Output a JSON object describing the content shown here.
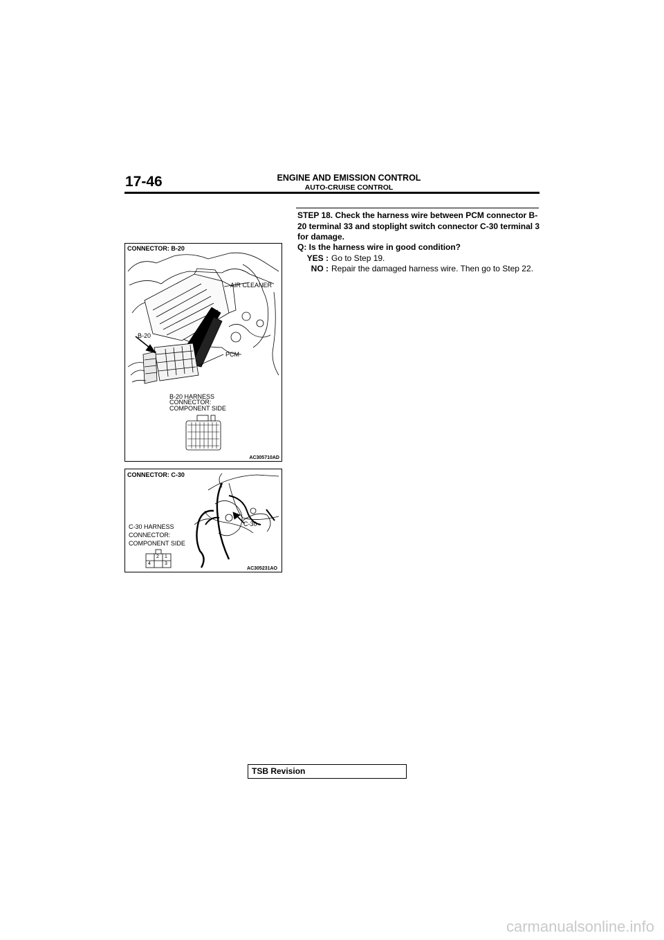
{
  "header": {
    "page_number": "17-46",
    "section_title": "ENGINE AND EMISSION CONTROL",
    "subsection_title": "AUTO-CRUISE CONTROL"
  },
  "step": {
    "text": "STEP 18. Check the harness wire between PCM connector B-20 terminal 33 and stoplight switch connector C-30 terminal 3 for damage.",
    "question": "Q: Is the harness wire in good condition?",
    "yes_label": "YES :",
    "yes_text": "Go to Step 19.",
    "no_label": "NO :",
    "no_text": "Repair the damaged harness wire. Then go to Step 22."
  },
  "figure1": {
    "title": "CONNECTOR: B-20",
    "callout_air_cleaner": "AIR CLEANER",
    "callout_b20": "B-20",
    "callout_pcm": "PCM",
    "harness_line1": "B-20 HARNESS",
    "harness_line2": "CONNECTOR:",
    "harness_line3": "COMPONENT SIDE",
    "code": "AC305710AD"
  },
  "figure2": {
    "title": "CONNECTOR: C-30",
    "harness_line1": "C-30 HARNESS",
    "harness_line2": "CONNECTOR:",
    "harness_line3": "COMPONENT SIDE",
    "callout_c30": "C-30",
    "pin_labels": [
      "2",
      "1",
      "4",
      "3"
    ],
    "code": "AC305231AO"
  },
  "footer": {
    "tsb_label": "TSB Revision",
    "watermark": "carmanualsonline.info"
  }
}
